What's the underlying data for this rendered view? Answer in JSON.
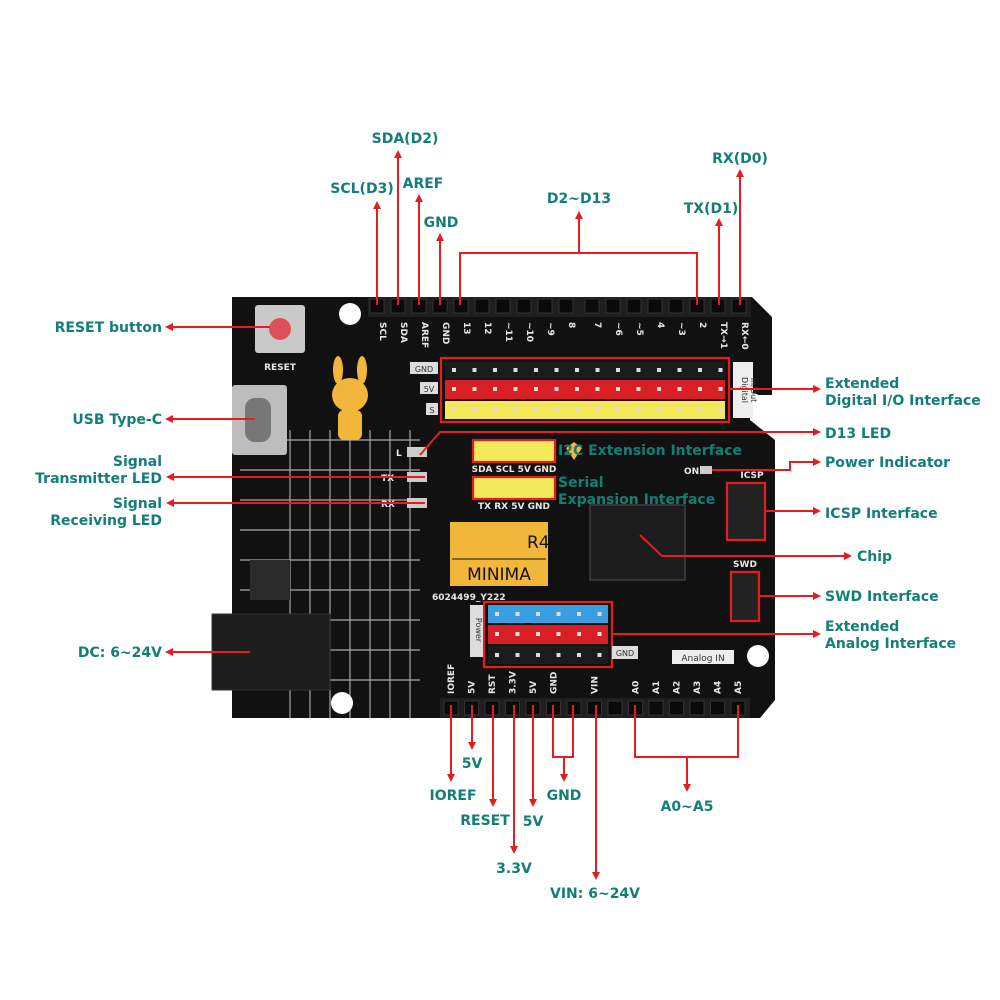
{
  "colors": {
    "label": "#137e78",
    "arrow": "#e41e1e",
    "board": "#111111",
    "header_black": "#1a1a1a",
    "header_red": "#d81f26",
    "header_yellow": "#f3e85a",
    "header_blue": "#3a9ee0",
    "logo_gold": "#f2b63a"
  },
  "callouts": {
    "sda_d2": "SDA(D2)",
    "scl_d3": "SCL(D3)",
    "aref": "AREF",
    "gnd_top": "GND",
    "d2_d13": "D2~D13",
    "tx_d1": "TX(D1)",
    "rx_d0": "RX(D0)",
    "reset_button": "RESET button",
    "usb_type_c": "USB Type-C",
    "signal_tx_led": [
      "Signal",
      "Transmitter LED"
    ],
    "signal_rx_led": [
      "Signal",
      "Receiving LED"
    ],
    "dc": "DC: 6~24V",
    "extended_digital": [
      "Extended",
      "Digital I/O Interface"
    ],
    "d13_led": "D13 LED",
    "power_indicator": "Power Indicator",
    "icsp": "ICSP Interface",
    "chip": "Chip",
    "swd": "SWD Interface",
    "extended_analog": [
      "Extended",
      "Analog Interface"
    ],
    "i2c": "I2C Extension Interface",
    "serial": [
      "Serial",
      "Expansion Interface"
    ],
    "ioref": "IOREF",
    "v5a": "5V",
    "reset": "RESET",
    "v33": "3.3V",
    "v5b": "5V",
    "gnd_bottom": "GND",
    "vin": "VIN: 6~24V",
    "a0_a5": "A0~A5"
  },
  "board": {
    "top_pins": [
      "SCL",
      "SDA",
      "AREF",
      "GND",
      "13",
      "12",
      "~11",
      "~10",
      "~9",
      "8",
      "7",
      "~6",
      "~5",
      "4",
      "~3",
      "2",
      "TX→1",
      "RX←0"
    ],
    "bottom_pins": [
      "IOREF",
      "5V",
      "RST",
      "3.3V",
      "5V",
      "GND",
      "",
      "VIN",
      "",
      "A0",
      "A1",
      "A2",
      "A3",
      "A4",
      "A5"
    ],
    "reset_text": "RESET",
    "logo_r4": "R4",
    "logo_minima": "MINIMA",
    "serial_no": "6024499_Y222",
    "i2c_pins": [
      "SDA",
      "SCL",
      "5V",
      "GND"
    ],
    "serial_pins": [
      "TX",
      "RX",
      "5V",
      "GND"
    ],
    "digital_label": [
      "Digital",
      "In/Out"
    ],
    "analog_label": "Analog IN",
    "power_label": "Power",
    "icsp_label": "ICSP",
    "swd_label": "SWD",
    "row_labels": [
      "GND",
      "5V",
      "S"
    ],
    "led_l": "L",
    "led_tx": "TX",
    "led_rx": "RX",
    "on_label": "ON",
    "gnd_small": "GND"
  }
}
